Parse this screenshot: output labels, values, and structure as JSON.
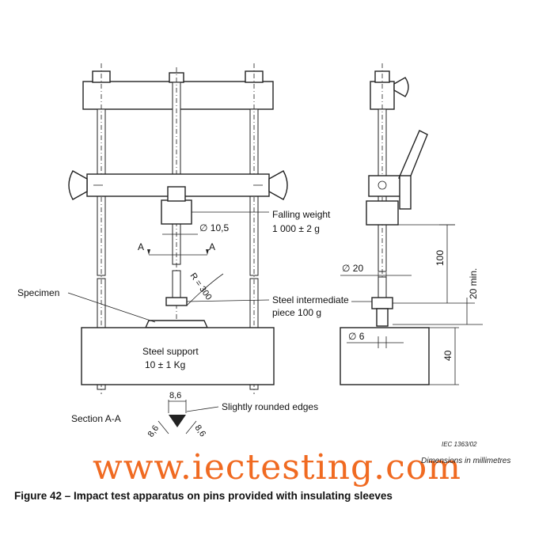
{
  "labels": {
    "falling_weight_1": "Falling weight",
    "falling_weight_2": "1 000 ± 2 g",
    "diameter_10_5": "∅ 10,5",
    "section_mark_left": "A",
    "section_mark_right": "A",
    "specimen": "Specimen",
    "radius": "R = 300",
    "steel_intermediate_1": "Steel intermediate",
    "steel_intermediate_2": "piece 100 g",
    "steel_support_1": "Steel support",
    "steel_support_2": "10 ± 1 Kg",
    "section_aa": "Section A-A",
    "dim_8_6_top": "8,6",
    "dim_8_6_left": "8,6",
    "dim_8_6_right": "8,6",
    "rounded_edges": "Slightly rounded edges",
    "diameter_20": "∅ 20",
    "diameter_6": "∅ 6",
    "dim_100": "100",
    "dim_20_min": "20 min.",
    "dim_40": "40"
  },
  "iec_ref": "IEC 1363/02",
  "dims_note": "Dimensions in millimetres",
  "watermark": "www.iectesting.com",
  "caption": "Figure 42 – Impact test apparatus on pins provided with insulating sleeves"
}
